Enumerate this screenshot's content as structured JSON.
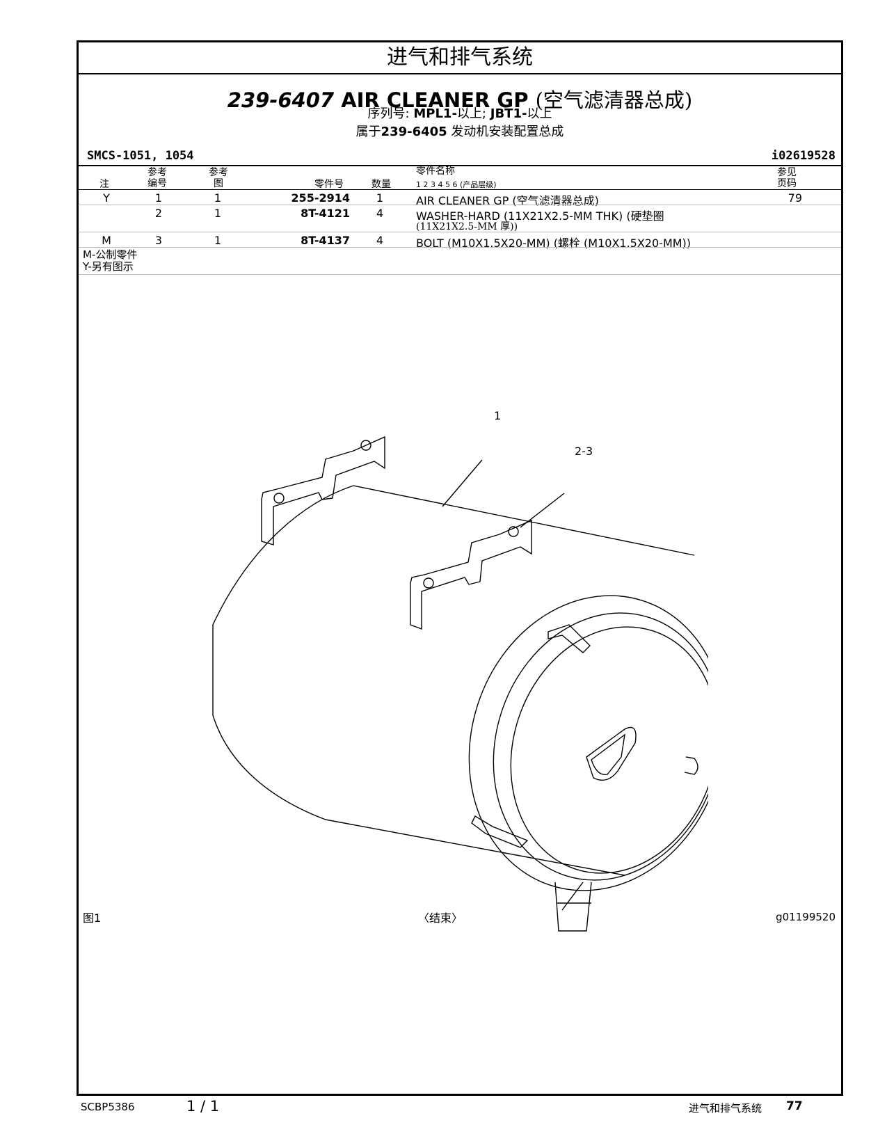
{
  "section_title": "进气和排气系统",
  "title": {
    "part_no": "239-6407",
    "name": "AIR CLEANER GP",
    "name_cn": "(空气滤清器总成)"
  },
  "serial": {
    "label": "序列号:",
    "range1": "MPL1-",
    "range1_cn": "以上;",
    "range2": "JBT1-",
    "range2_cn": "以上"
  },
  "belongs": {
    "prefix": "属于",
    "part_no": "239-6405",
    "text": " 发动机安装配置总成"
  },
  "smcs": "SMCS-1051, 1054",
  "doc_id": "i02619528",
  "table": {
    "headers": {
      "note": "注",
      "ref_no": "参考\n编号",
      "ref_fig": "参考\n图",
      "part_no": "零件号",
      "qty": "数量",
      "part_name": "零件名称",
      "levels": "1  2  3  4  5  6  (产品层级)",
      "see_page": "参见\n页码"
    },
    "rows": [
      {
        "note": "Y",
        "ref": "1",
        "fig": "1",
        "part": "255-2914",
        "qty": "1",
        "name": "AIR CLEANER GP (空气滤清器总成)",
        "name2": "",
        "page": "79"
      },
      {
        "note": "",
        "ref": "2",
        "fig": "1",
        "part": "8T-4121",
        "qty": "4",
        "name": "WASHER-HARD (11X21X2.5-MM THK) (硬垫圈",
        "name2": "(11X21X2.5-MM 厚))",
        "page": ""
      },
      {
        "note": "M",
        "ref": "3",
        "fig": "1",
        "part": "8T-4137",
        "qty": "4",
        "name": "BOLT (M10X1.5X20-MM) (螺栓 (M10X1.5X20-MM))",
        "name2": "",
        "page": ""
      }
    ],
    "legend": [
      "M-公制零件",
      "Y-另有图示"
    ]
  },
  "figure": {
    "callouts": [
      "1",
      "2-3"
    ],
    "label": "图1",
    "end": "〈结束〉",
    "graphic_id": "g01199520"
  },
  "footer": {
    "doc": "SCBP5386",
    "pages": "1 / 1",
    "section": "进气和排气系统",
    "page_no": "77"
  }
}
